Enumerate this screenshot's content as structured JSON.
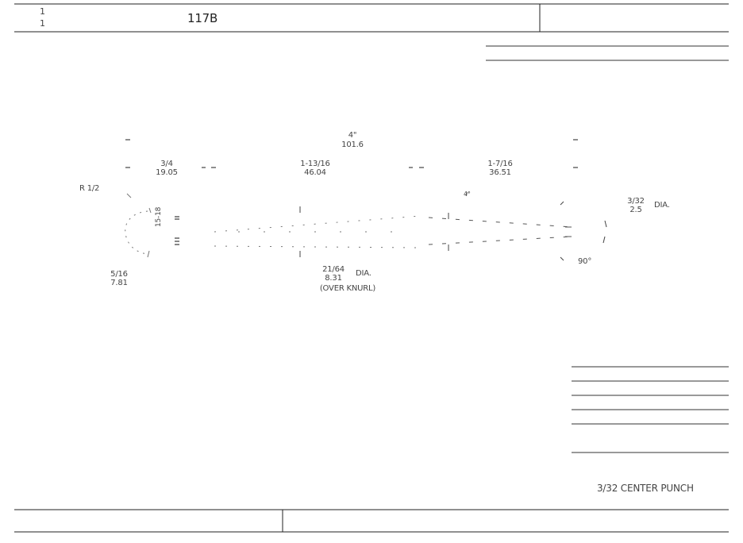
{
  "title_block": {
    "sheet_top": "1",
    "sheet_bottom": "1",
    "part_number": "117B"
  },
  "dimensions": {
    "overall_in": "4\"",
    "overall_mm": "101.6",
    "a_in": "3/4",
    "a_mm": "19.05",
    "b_in": "1-13/16",
    "b_mm": "46.04",
    "c_in": "1-7/16",
    "c_mm": "36.51",
    "radius": "R 1/2",
    "tip_in": "3/32",
    "tip_mm": "2.5",
    "tip_dia": "DIA.",
    "stock_in": "5/16",
    "stock_mm": "7.81",
    "shank_in": "21/64",
    "shank_mm": "8.31",
    "shank_dia": "DIA.",
    "shank_note": "(OVER KNURL)",
    "small_angle": "4°",
    "point_angle": "90°",
    "knurl_label": "15-18"
  },
  "caption": "3/32 CENTER PUNCH"
}
